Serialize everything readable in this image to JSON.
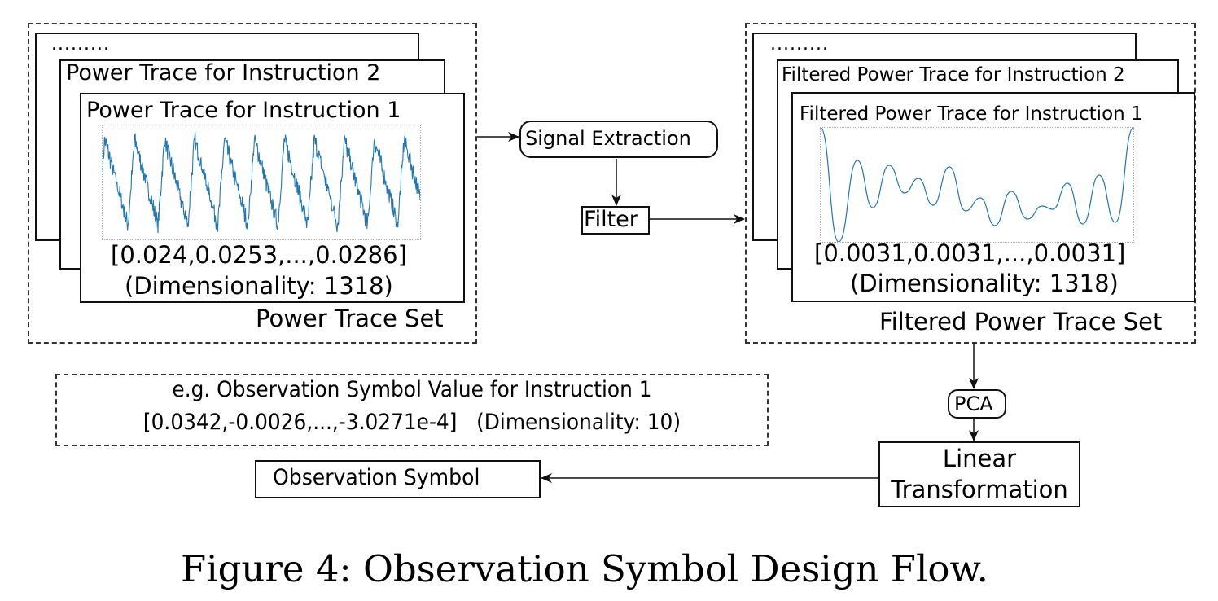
{
  "left_group": {
    "set_label": "Power Trace Set",
    "ellipsis": ".........",
    "card2_title": "Power Trace for Instruction 2",
    "card1_title": "Power Trace for Instruction 1",
    "vector": "[0.024,0.0253,...,0.0286]",
    "dimensionality": "(Dimensionality: 1318)"
  },
  "middle": {
    "signal_extraction": "Signal Extraction",
    "filter": "Filter"
  },
  "right_group": {
    "set_label": "Filtered Power Trace Set",
    "ellipsis": ".........",
    "card2_title": "Filtered Power Trace for Instruction 2",
    "card1_title": "Filtered Power Trace for Instruction 1",
    "vector": "[0.0031,0.0031,...,0.0031]",
    "dimensionality": "(Dimensionality: 1318)"
  },
  "bottom": {
    "pca": "PCA",
    "linear_transformation_line1": "Linear",
    "linear_transformation_line2": "Transformation",
    "observation_symbol": "Observation Symbol",
    "example_line1": "e.g.  Observation Symbol Value for Instruction 1",
    "example_line2": "[0.0342,-0.0026,...,-3.0271e-4]   (Dimensionality: 10)"
  },
  "caption": "Figure 4: Observation Symbol Design Flow.",
  "colors": {
    "trace_line": "#1f77b4",
    "stroke": "#111111"
  }
}
